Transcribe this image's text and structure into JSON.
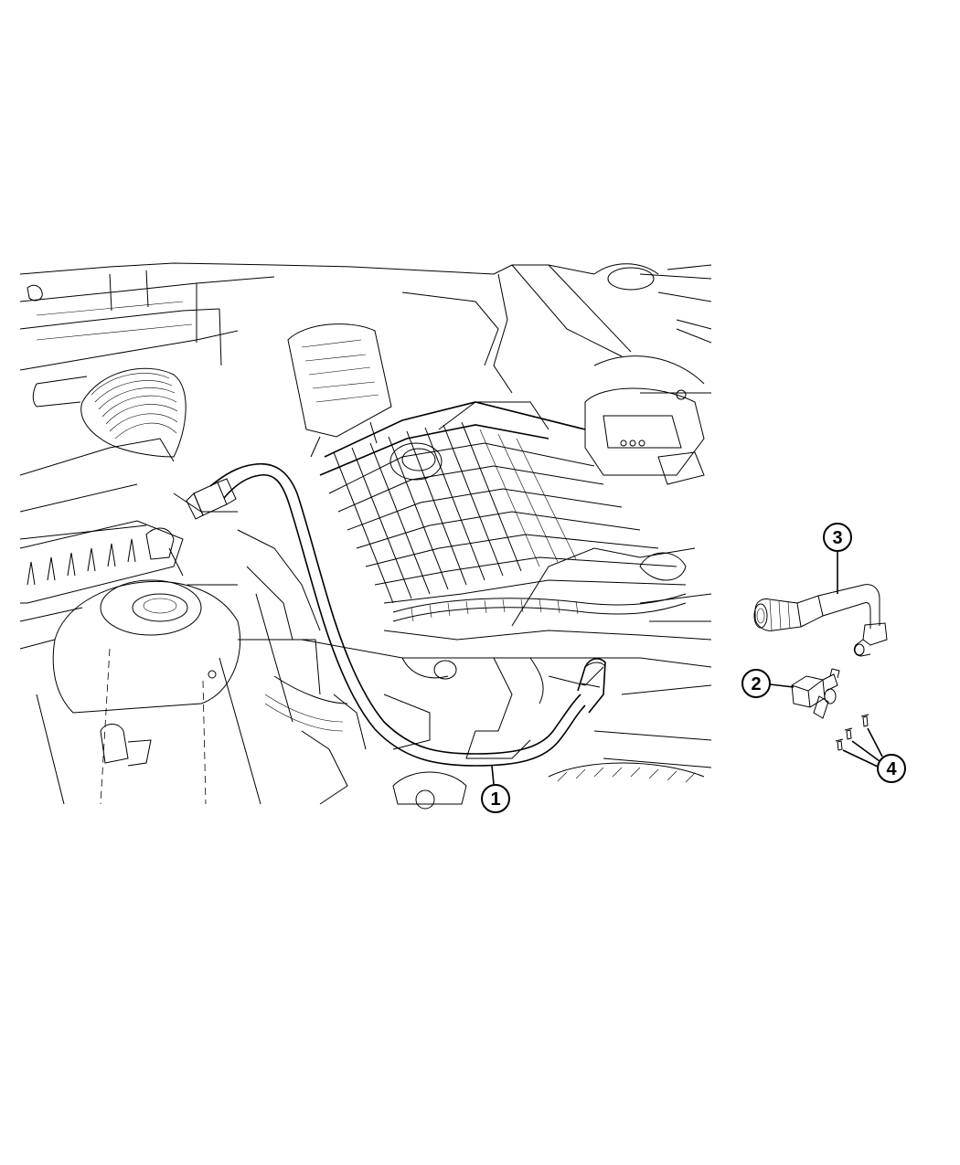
{
  "callouts": [
    {
      "id": "callout-1",
      "label": "1"
    },
    {
      "id": "callout-2",
      "label": "2"
    },
    {
      "id": "callout-3",
      "label": "3"
    },
    {
      "id": "callout-4",
      "label": "4"
    }
  ]
}
